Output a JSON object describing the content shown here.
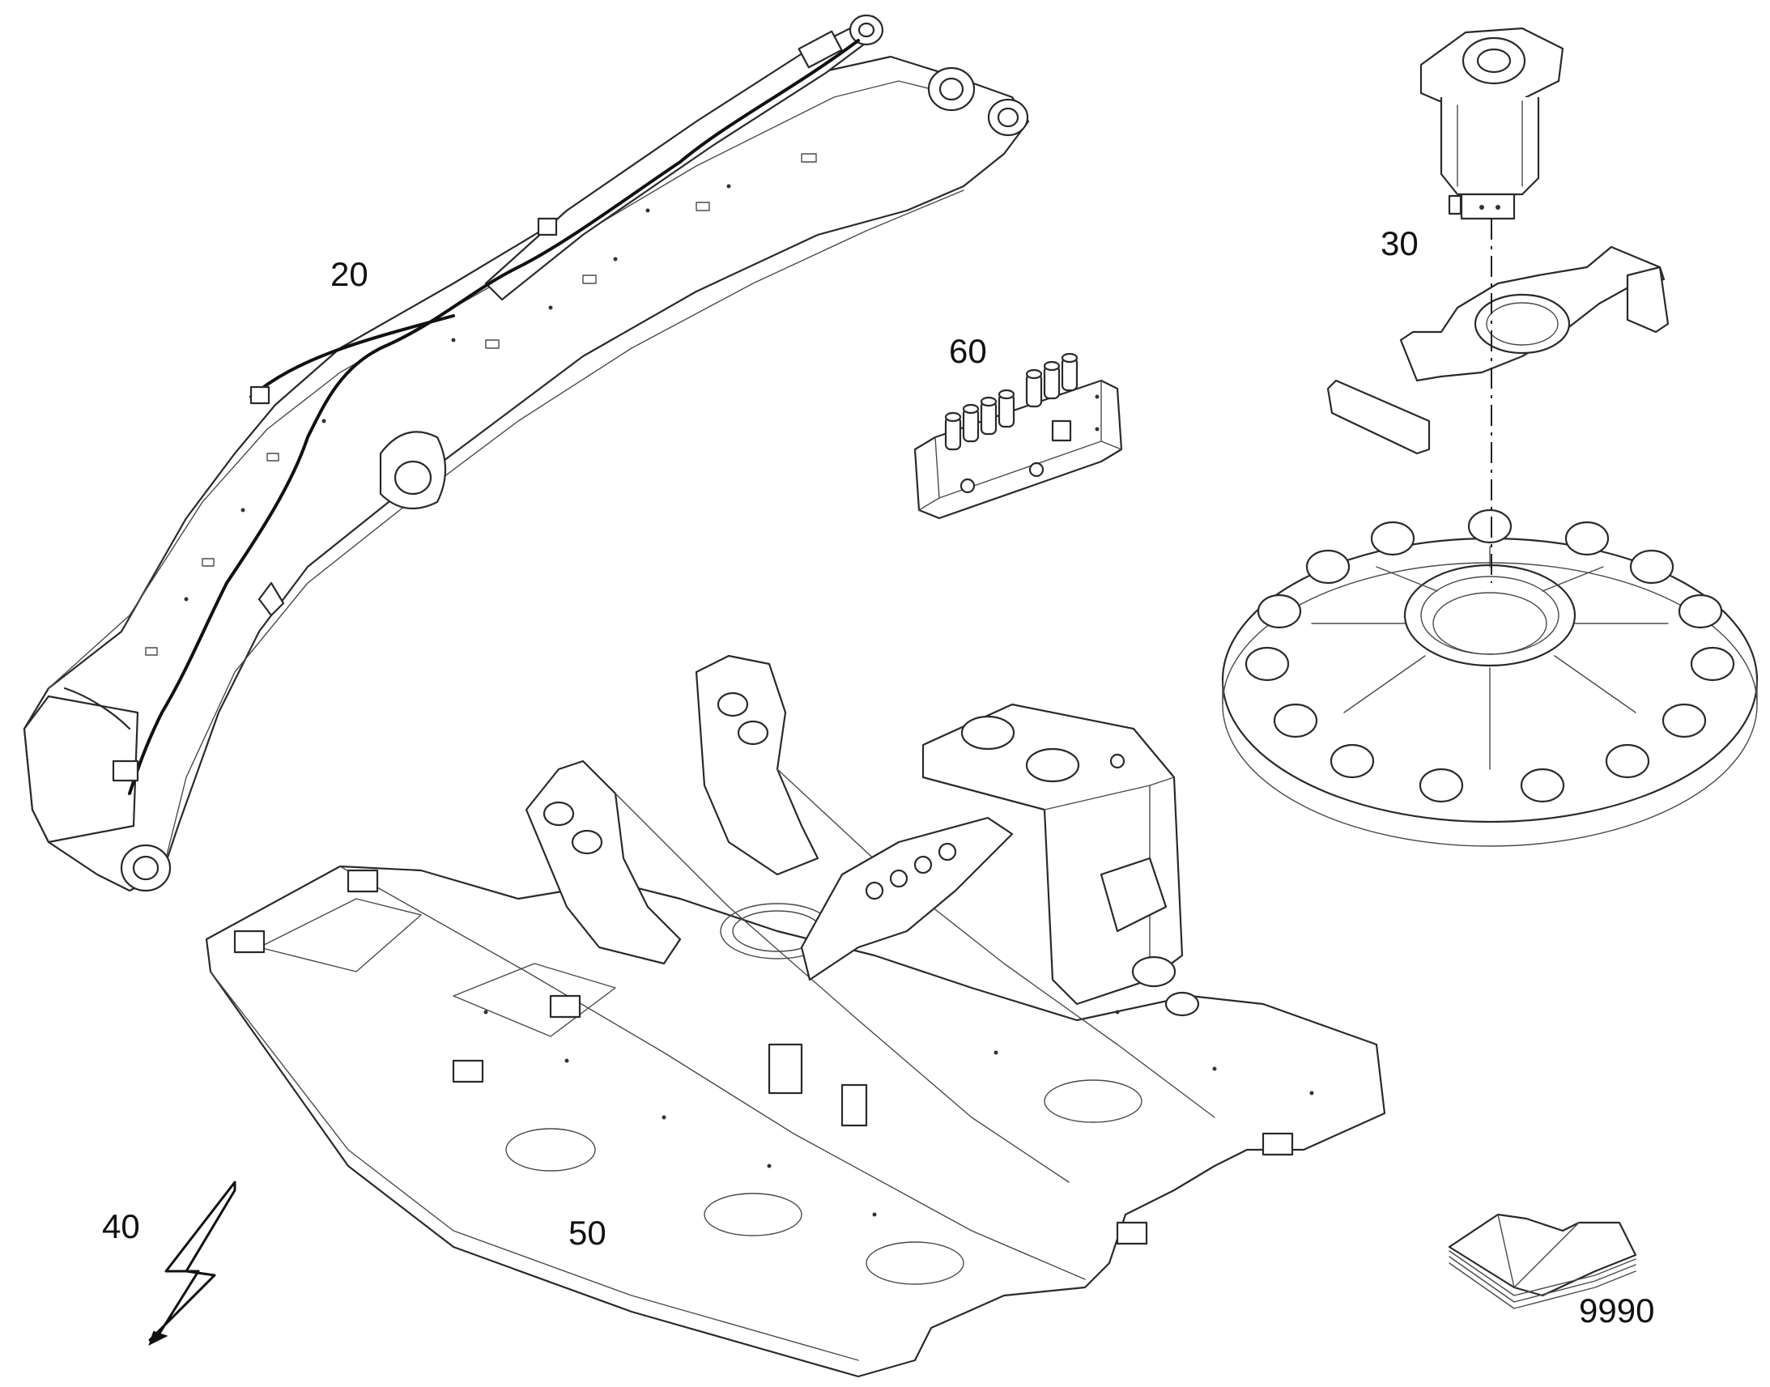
{
  "callouts": {
    "boom": "20",
    "swing_drive": "30",
    "electrical": "40",
    "upper_frame": "50",
    "valve_block": "60",
    "manual": "9990"
  },
  "icons": {
    "electrical": "lightning-bolt-icon",
    "manual": "open-book-icon"
  },
  "colors": {
    "line": "#2a2a2a",
    "background": "#ffffff"
  }
}
